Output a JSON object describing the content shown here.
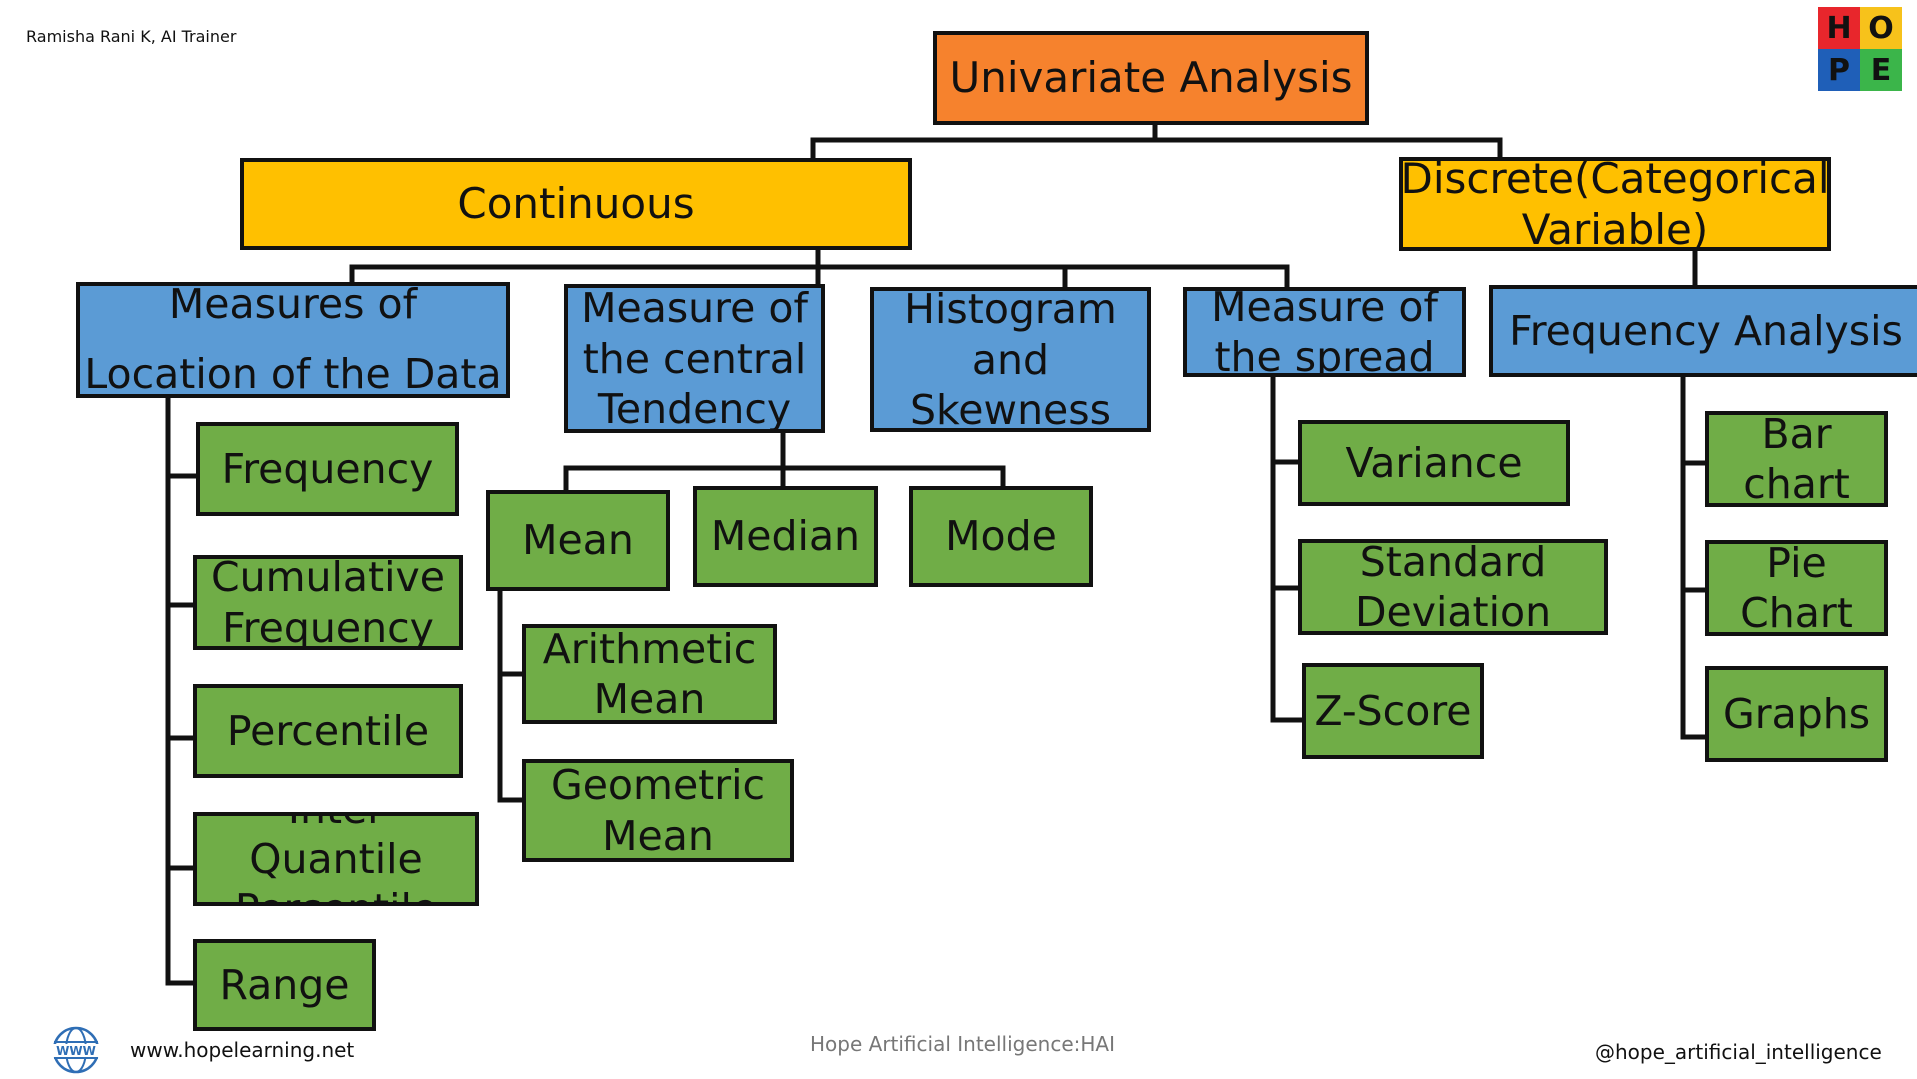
{
  "header": {
    "author": "Ramisha Rani K, AI Trainer"
  },
  "logo": {
    "letters": [
      "H",
      "O",
      "P",
      "E"
    ],
    "colors": [
      "#e8262c",
      "#f7c21b",
      "#1f5fb8",
      "#3bb54a"
    ]
  },
  "diagram": {
    "root": "Univariate Analysis",
    "continuous": "Continuous",
    "discrete": "Discrete(Categorical\nVariable)",
    "location": {
      "title": "Measures of\nLocation of the Data",
      "items": [
        "Frequency",
        "Cumulative\nFrequency",
        "Percentile",
        "Inter Quantile\nPercentile",
        "Range"
      ]
    },
    "central": {
      "title": "Measure of\nthe central\nTendency",
      "mean": "Mean",
      "median": "Median",
      "mode": "Mode",
      "mean_types": [
        "Arithmetic\nMean",
        "Geometric\nMean"
      ]
    },
    "histogram": "Histogram\nand Skewness",
    "spread": {
      "title": "Measure of\nthe spread",
      "items": [
        "Variance",
        "Standard\nDeviation",
        "Z-Score"
      ]
    },
    "frequency": {
      "title": "Frequency Analysis",
      "items": [
        "Bar\nchart",
        "Pie\nChart",
        "Graphs"
      ]
    }
  },
  "colors": {
    "root": "#f6822d",
    "category": "#ffc000",
    "measure": "#5b9bd5",
    "leaf": "#70ad47",
    "line": "#111111"
  },
  "footer": {
    "website": "www.hopelearning.net",
    "center": "Hope Artificial Intelligence:HAI",
    "handle": "@hope_artificial_intelligence",
    "globe_label": "WWW"
  }
}
